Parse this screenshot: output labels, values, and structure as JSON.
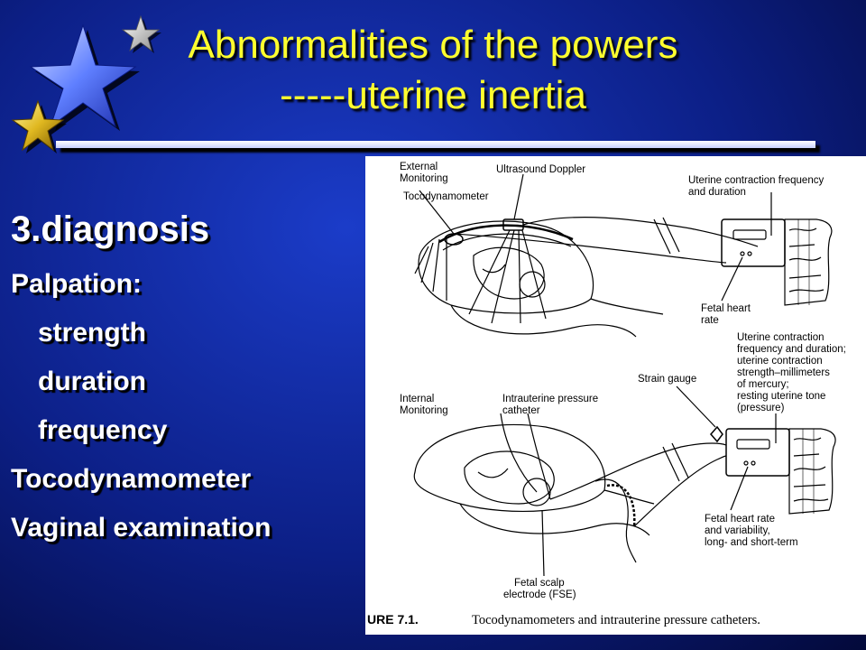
{
  "title": {
    "line1": "Abnormalities of the powers",
    "line2": "-----uterine inertia"
  },
  "content": {
    "heading": "3.diagnosis",
    "palpation_label": "Palpation:",
    "palpation_items": [
      "strength",
      "duration",
      "frequency"
    ],
    "tocodynamometer": "Tocodynamometer",
    "vaginal_exam": "Vaginal examination"
  },
  "figure": {
    "external": {
      "monitoring_line1": "External",
      "monitoring_line2": "Monitoring",
      "ultrasound": "Ultrasound Doppler",
      "tocodynamometer": "Tocodynamometer",
      "contraction_line1": "Uterine contraction frequency",
      "contraction_line2": "and duration",
      "fhr_line1": "Fetal heart",
      "fhr_line2": "rate"
    },
    "internal": {
      "monitoring_line1": "Internal",
      "monitoring_line2": "Monitoring",
      "catheter_line1": "Intrauterine pressure",
      "catheter_line2": "catheter",
      "strain_gauge": "Strain gauge",
      "contraction_lines": [
        "Uterine contraction",
        "frequency and duration;",
        "uterine contraction",
        "strength–millimeters",
        "of mercury;",
        "resting uterine tone",
        "(pressure)"
      ],
      "fhr_lines": [
        "Fetal heart rate",
        "and variability,",
        "long- and short-term"
      ],
      "fse_line1": "Fetal scalp",
      "fse_line2": "electrode (FSE)"
    },
    "caption_number": "URE 7.1.",
    "caption_text": "Tocodynamometers and intrauterine pressure catheters."
  },
  "colors": {
    "title": "#ffff2e",
    "background": "#0c1f86",
    "text": "#ffffff"
  },
  "icons": [
    "star-icon-large",
    "star-icon-gold",
    "star-icon-small"
  ]
}
